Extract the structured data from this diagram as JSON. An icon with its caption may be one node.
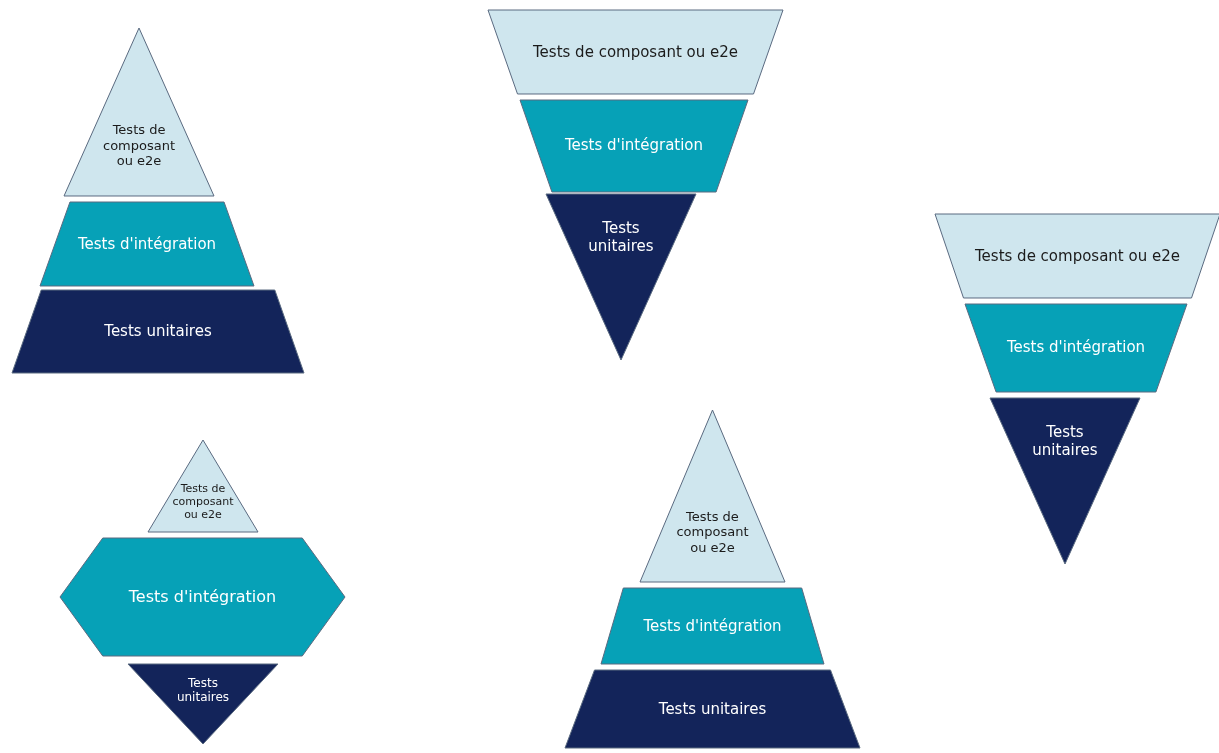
{
  "diagram": {
    "nodes": [
      {
        "text": [
          "Tests de composant ou e2e"
        ]
      },
      {
        "text": [
          "Tests d'intégration"
        ]
      },
      {
        "text": [
          "Tests unitaires"
        ]
      },
      {
        "text": [
          "Tests de composant ou e2e"
        ]
      },
      {
        "text": [
          "Tests d'intégration"
        ]
      },
      {
        "text": [
          "Tests unitaires"
        ]
      },
      {
        "text": [
          "Tests de composant ou e2e"
        ]
      },
      {
        "text": [
          "Tests d'intégration"
        ]
      },
      {
        "text": [
          "Tests unitaires"
        ]
      },
      {
        "text": [
          "Tests de composant ou e2e"
        ]
      },
      {
        "text": [
          "Tests d'intégration"
        ]
      },
      {
        "text": [
          "Tests unitaires"
        ]
      },
      {
        "text": [
          "Tests de composant ou e2e"
        ]
      },
      {
        "text": [
          "Tests d'intégration"
        ]
      },
      {
        "text": [
          "Tests unitaires"
        ]
      }
    ],
    "edges": []
  }
}
